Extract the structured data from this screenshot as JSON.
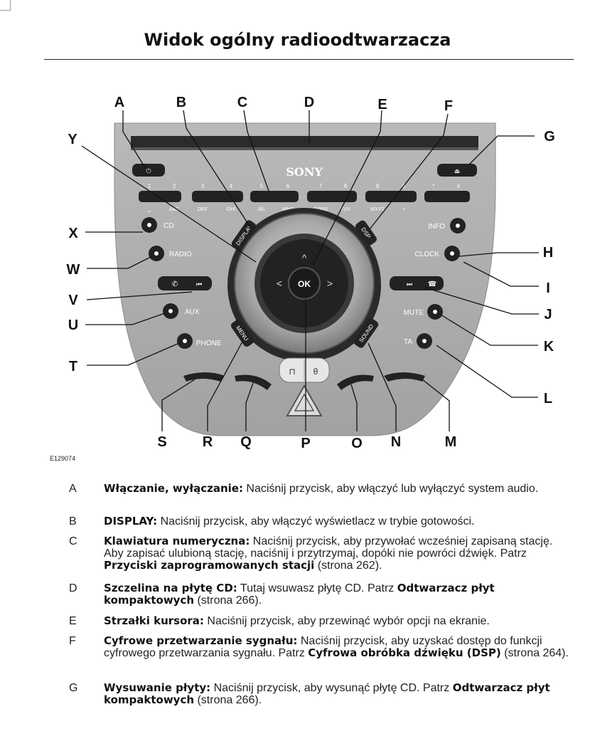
{
  "page_title": "Widok ogólny radioodtwarzacza",
  "figure_code": "E129074",
  "brand": "SONY",
  "callouts": [
    "A",
    "B",
    "C",
    "D",
    "E",
    "F",
    "G",
    "H",
    "I",
    "J",
    "K",
    "L",
    "M",
    "N",
    "O",
    "P",
    "Q",
    "R",
    "S",
    "T",
    "U",
    "V",
    "W",
    "X",
    "Y"
  ],
  "buttons": {
    "cd": "CD",
    "radio": "RADIO",
    "aux": "AUX",
    "phone": "PHONE",
    "info": "INFO",
    "clock": "CLOCK",
    "mute": "MUTE",
    "ta": "TA",
    "display": "DISPLAY",
    "dsp": "DSP",
    "menu": "MENU",
    "sound": "SOUND",
    "ok": "OK"
  },
  "keypad_numbers": [
    "1",
    "2",
    "3",
    "4",
    "5",
    "6",
    "7",
    "8",
    "9",
    "0",
    "*",
    "#"
  ],
  "keypad_letters": [
    "␣",
    "ABC",
    "DEF",
    "GHI",
    "JKL",
    "MNO",
    "PQRS",
    "TUV",
    "WXYZ",
    "+"
  ],
  "items": [
    {
      "letter": "A",
      "term": "Włączanie, wyłączanie:",
      "desc": " Naciśnij przycisk, aby włączyć lub wyłączyć system audio."
    },
    {
      "letter": "B",
      "term": "DISPLAY:",
      "desc": " Naciśnij przycisk, aby włączyć wyświetlacz w trybie gotowości."
    },
    {
      "letter": "C",
      "term": "Klawiatura numeryczna:",
      "desc": " Naciśnij przycisk, aby przywołać wcześniej zapisaną stację. Aby zapisać ulubioną stację, naciśnij i przytrzymaj, dopóki nie powróci dźwięk.  Patrz ",
      "ref": "Przyciski zaprogramowanych stacji",
      "page": " (strona 262)."
    },
    {
      "letter": "D",
      "term": "Szczelina na płytę CD:",
      "desc": " Tutaj wsuwasz płytę CD.  Patrz ",
      "ref": "Odtwarzacz płyt kompaktowych",
      "page": " (strona 266)."
    },
    {
      "letter": "E",
      "term": "Strzałki kursora:",
      "desc": " Naciśnij przycisk, aby przewinąć wybór opcji na ekranie."
    },
    {
      "letter": "F",
      "term": "Cyfrowe przetwarzanie sygnału:",
      "desc": " Naciśnij przycisk, aby uzyskać dostęp do funkcji cyfrowego przetwarzania sygnału.  Patrz ",
      "ref": "Cyfrowa obróbka dźwięku (DSP)",
      "page": " (strona 264)."
    },
    {
      "letter": "G",
      "term": "Wysuwanie płyty:",
      "desc": " Naciśnij przycisk, aby wysunąć płytę CD.  Patrz ",
      "ref": "Odtwarzacz płyt kompaktowych",
      "page": " (strona 266)."
    }
  ]
}
